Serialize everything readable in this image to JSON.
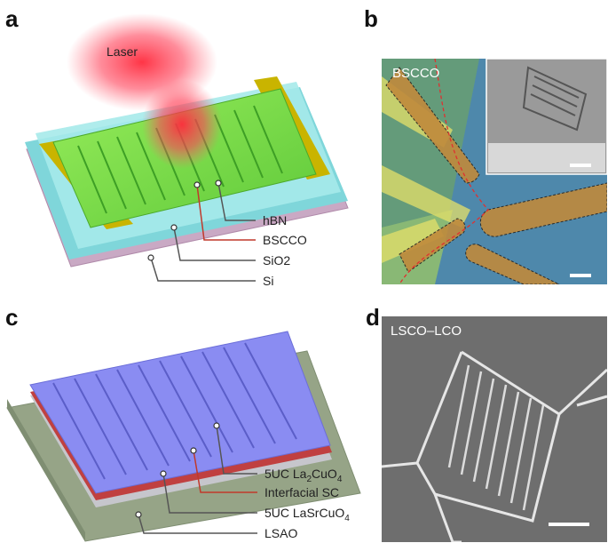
{
  "panels": {
    "a": {
      "letter": "a",
      "laser_label": "Laser",
      "labels": [
        "hBN",
        "BSCCO",
        "SiO2",
        "Si"
      ]
    },
    "b": {
      "letter": "b",
      "material_label": "BSCCO"
    },
    "c": {
      "letter": "c",
      "labels": {
        "l1_pre": "5UC La",
        "l1_sub1": "2",
        "l1_mid": "CuO",
        "l1_sub2": "4",
        "l2": "Interfacial SC",
        "l3_pre": "5UC LaSrCuO",
        "l3_sub": "4",
        "l4": "LSAO"
      }
    },
    "d": {
      "letter": "d",
      "material_label": "LSCO–LCO"
    }
  },
  "colors": {
    "leader_line": "#555555",
    "highlight_line": "#c0392b",
    "bscco_green": "#7ddc4a",
    "hbn_cyan": "#8fe3e3",
    "electrode_gold": "#c8b400",
    "device_blue": "#8c8cf0",
    "substrate_green": "#9aa88c"
  }
}
